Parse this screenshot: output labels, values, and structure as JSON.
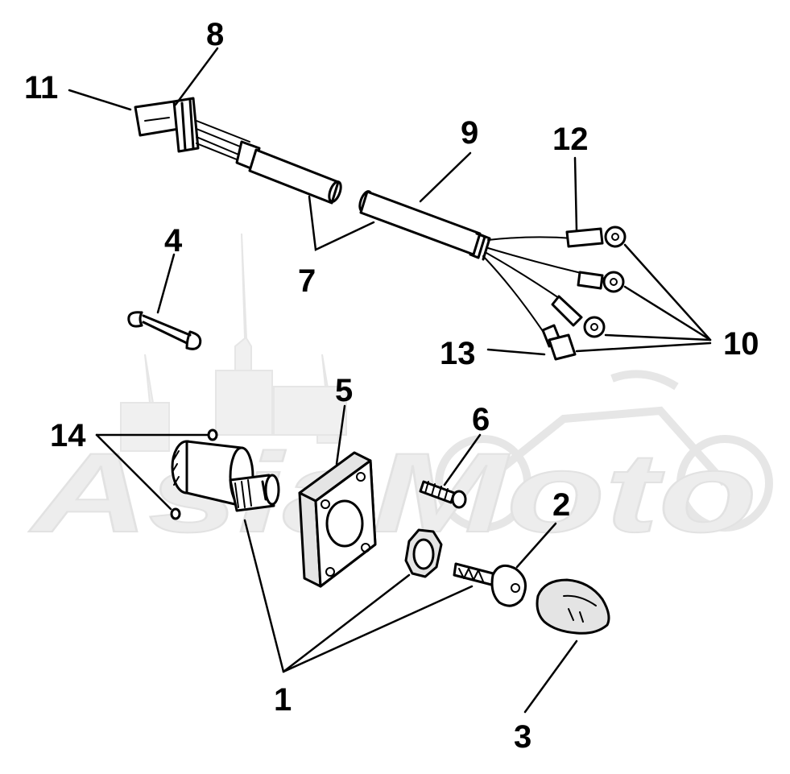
{
  "watermark": {
    "text": "AsiaMoto",
    "color": "#ededed"
  },
  "callouts": [
    {
      "id": "c1",
      "label": "1"
    },
    {
      "id": "c2",
      "label": "2"
    },
    {
      "id": "c3",
      "label": "3"
    },
    {
      "id": "c4",
      "label": "4"
    },
    {
      "id": "c5",
      "label": "5"
    },
    {
      "id": "c6",
      "label": "6"
    },
    {
      "id": "c7",
      "label": "7"
    },
    {
      "id": "c8",
      "label": "8"
    },
    {
      "id": "c9",
      "label": "9"
    },
    {
      "id": "c10",
      "label": "10"
    },
    {
      "id": "c11",
      "label": "11"
    },
    {
      "id": "c12",
      "label": "12"
    },
    {
      "id": "c13",
      "label": "13"
    },
    {
      "id": "c14",
      "label": "14"
    }
  ],
  "colors": {
    "ink": "#000000",
    "paper": "#ffffff",
    "watermark": "#ededed"
  }
}
